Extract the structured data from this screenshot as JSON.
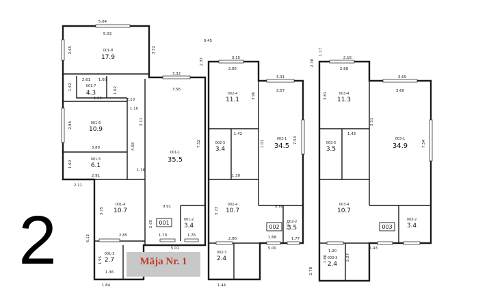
{
  "page_number": "2",
  "house_label": "Māja Nr. 1",
  "units": [
    {
      "label": "001",
      "rooms": [
        {
          "code": "001-8",
          "area": "17.9"
        },
        {
          "code": "001-7",
          "area": "4.3"
        },
        {
          "code": "001-6",
          "area": "10.9"
        },
        {
          "code": "001-5",
          "area": "6.1"
        },
        {
          "code": "001-1",
          "area": "35.5"
        },
        {
          "code": "001-4",
          "area": "10.7"
        },
        {
          "code": "001-2",
          "area": "3.4"
        },
        {
          "code": "001-3",
          "area": "2.7"
        }
      ]
    },
    {
      "label": "002",
      "rooms": [
        {
          "code": "002-4",
          "area": "11.1"
        },
        {
          "code": "002-5",
          "area": "3.4"
        },
        {
          "code": "002-1",
          "area": "34.5"
        },
        {
          "code": "002-4",
          "area": "10.7"
        },
        {
          "code": "002-2",
          "area": "3.5"
        },
        {
          "code": "002-3",
          "area": "2.4"
        }
      ]
    },
    {
      "label": "003",
      "rooms": [
        {
          "code": "003-4",
          "area": "11.3"
        },
        {
          "code": "003-5",
          "area": "3.5"
        },
        {
          "code": "003-1",
          "area": "34.9"
        },
        {
          "code": "003-4",
          "area": "10.7"
        },
        {
          "code": "003-2",
          "area": "3.4"
        },
        {
          "code": "003-3",
          "area": "2.4"
        }
      ]
    }
  ],
  "dimensions": [
    "5.64",
    "5.03",
    "2.65",
    "3.52",
    "1.62",
    "2.61",
    "1.00",
    "1.62",
    "1.65",
    "2.10",
    "1.10",
    "2.86",
    "3.80",
    "1.60",
    "2.91",
    "2.11",
    "3.32",
    "3.56",
    "3.11",
    "4.58",
    "7.52",
    "3.75",
    "2.85",
    "2.00",
    "0.91",
    "1.16",
    "1.70",
    "5.01",
    "1.76",
    "6.12",
    "0.45",
    "3.15",
    "2.85",
    "2.37",
    "3.31",
    "3.57",
    "3.90",
    "1.01",
    "1.42",
    "1.30",
    "7.53",
    "3.73",
    "2.86",
    "0.90",
    "2.01",
    "1.68",
    "5.00",
    "1.77",
    "1.84",
    "1.44",
    "2.38",
    "2.16",
    "2.88",
    "3.69",
    "3.60",
    "3.81",
    "1.43",
    "3.51",
    "7.54",
    "1.20",
    "2.27",
    "5.43",
    "1.36",
    "1.17",
    "2.78",
    "1.95",
    "1.86"
  ]
}
